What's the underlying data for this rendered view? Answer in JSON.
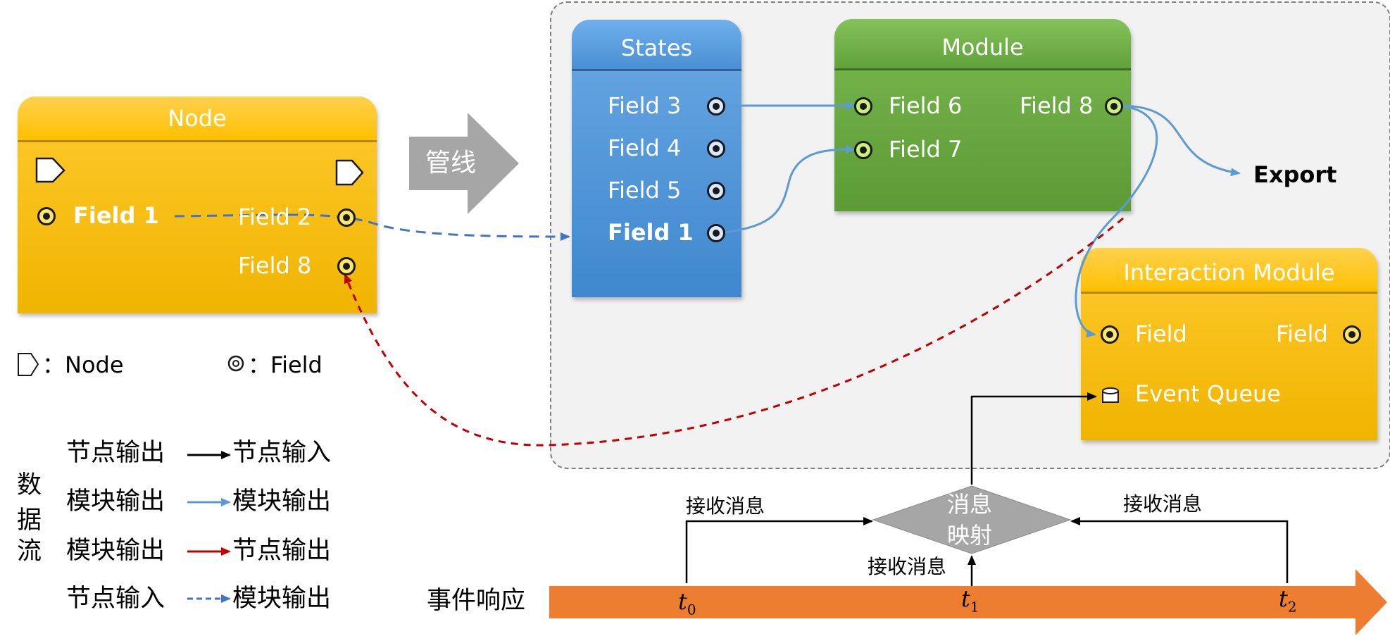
{
  "node": {
    "title": "Node",
    "field1": "Field 1",
    "field2": "Field 2",
    "field8": "Field 8"
  },
  "states": {
    "title": "States",
    "fields": [
      "Field 3",
      "Field 4",
      "Field 5",
      "Field 1"
    ]
  },
  "module": {
    "title": "Module",
    "field6": "Field 6",
    "field7": "Field 7",
    "field8": "Field 8"
  },
  "interaction": {
    "title": "Interaction Module",
    "field_in": "Field",
    "field_out": "Field",
    "event_queue": "Event Queue"
  },
  "pipeline_label": "管线",
  "export_label": "Export",
  "legend": {
    "node_sep": "：Node",
    "field_sep": "：Field",
    "dataflow_title": [
      "数",
      "据",
      "流"
    ],
    "rows": [
      {
        "from": "节点输出",
        "to": "节点输入",
        "color": "#000000",
        "style": "solid"
      },
      {
        "from": "模块输出",
        "to": "模块输出",
        "color": "#5b9bd5",
        "style": "solid"
      },
      {
        "from": "模块输出",
        "to": "节点输出",
        "color": "#c00000",
        "style": "solid"
      },
      {
        "from": "节点输入",
        "to": "模块输出",
        "color": "#4472c4",
        "style": "dashed"
      }
    ]
  },
  "timeline": {
    "label": "事件响应",
    "t0": "t",
    "t0_sub": "0",
    "t1": "t",
    "t1_sub": "1",
    "t2": "t",
    "t2_sub": "2",
    "color": "#ed7d31"
  },
  "message_map": {
    "line1": "消息",
    "line2": "映射",
    "recv_left": "接收消息",
    "recv_mid": "接收消息",
    "recv_right": "接收消息"
  },
  "colors": {
    "node": "#ffc000",
    "states": "#5b9bd5",
    "module": "#70ad47",
    "interaction": "#ffc000",
    "pipeline_arrow": "#a6a6a6",
    "group_bg": "#f2f2f2"
  }
}
